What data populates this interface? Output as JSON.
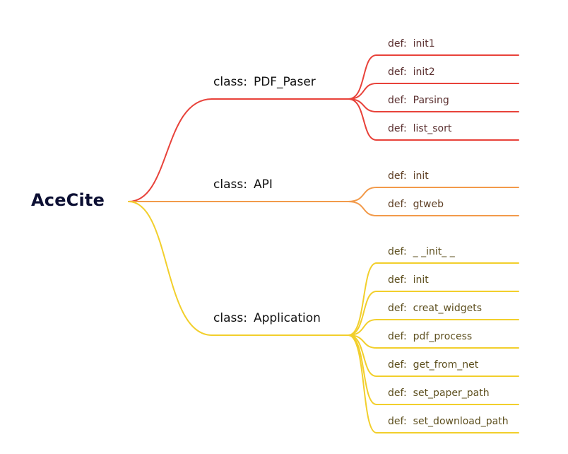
{
  "root": {
    "label": "AceCite"
  },
  "branches": [
    {
      "label": "class",
      "name": "PDF_Paser",
      "color": "#e8423a",
      "children": [
        {
          "label": "def",
          "name": "init1"
        },
        {
          "label": "def",
          "name": "init2"
        },
        {
          "label": "def",
          "name": "Parsing"
        },
        {
          "label": "def",
          "name": "list_sort"
        }
      ]
    },
    {
      "label": "class",
      "name": "API",
      "color": "#f29a4a",
      "children": [
        {
          "label": "def",
          "name": "init"
        },
        {
          "label": "def",
          "name": "gtweb"
        }
      ]
    },
    {
      "label": "class",
      "name": "Application",
      "color": "#f2cf2c",
      "children": [
        {
          "label": "def",
          "name": "_ _init_ _"
        },
        {
          "label": "def",
          "name": "init"
        },
        {
          "label": "def",
          "name": "creat_widgets"
        },
        {
          "label": "def",
          "name": "pdf_process"
        },
        {
          "label": "def",
          "name": "get_from_net"
        },
        {
          "label": "def",
          "name": "set_paper_path"
        },
        {
          "label": "def",
          "name": "set_download_path"
        }
      ]
    }
  ]
}
